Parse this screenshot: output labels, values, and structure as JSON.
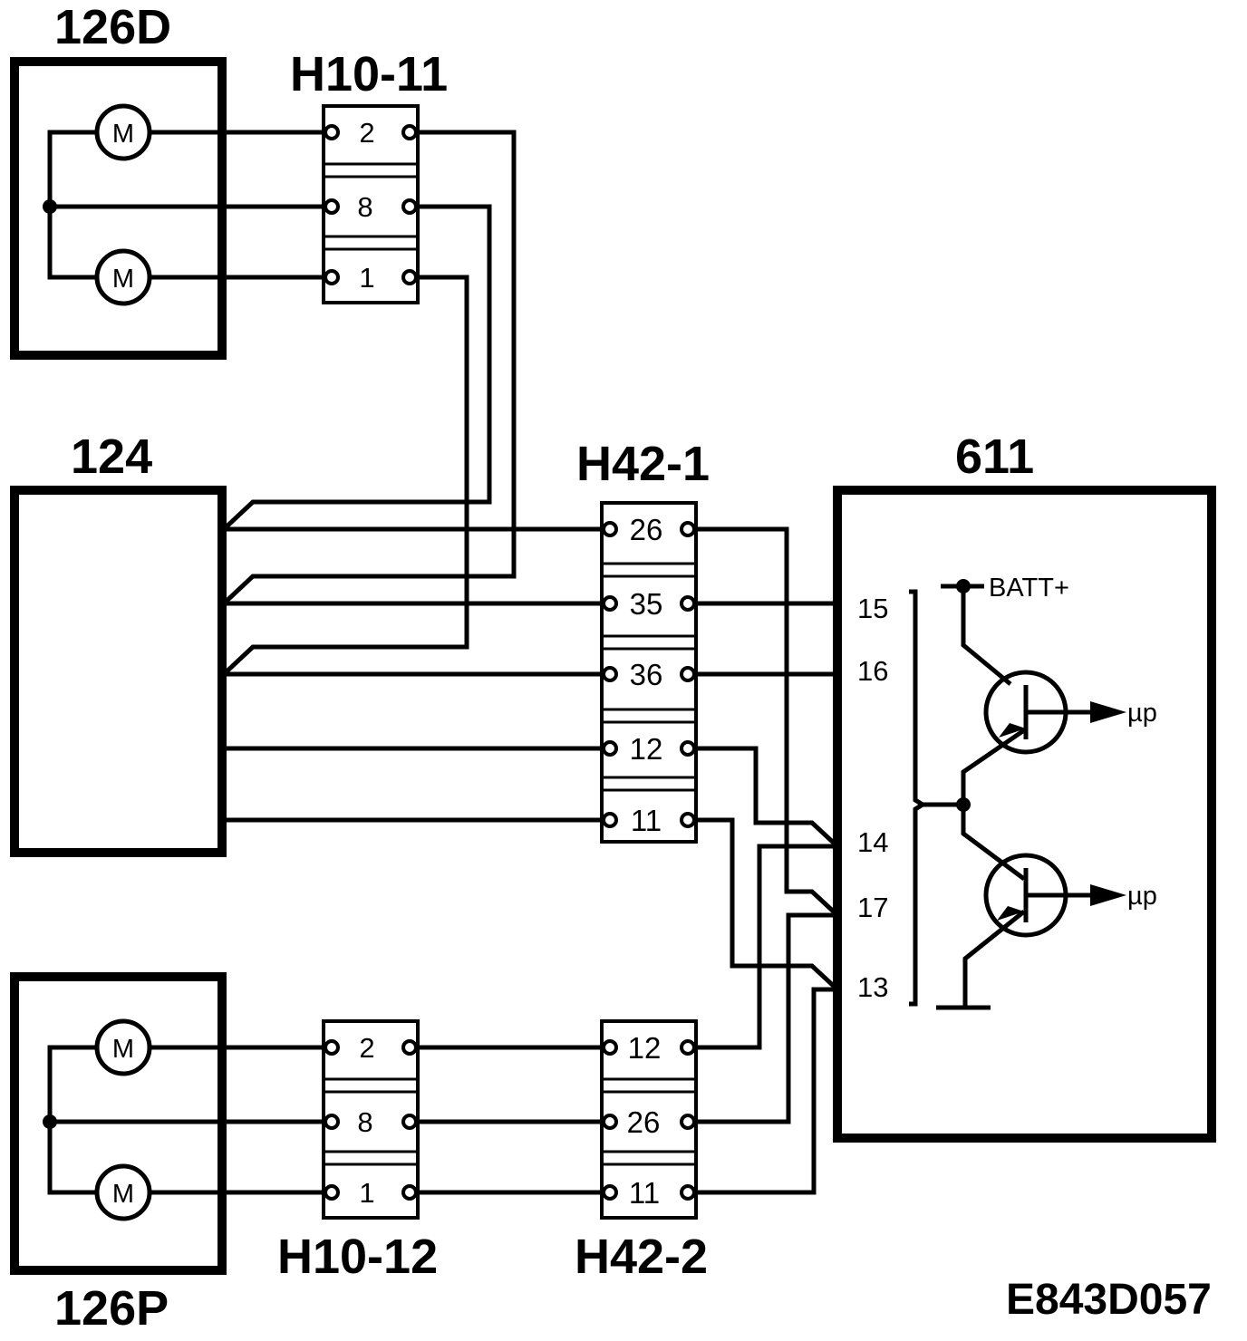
{
  "components": {
    "motor_box_top": {
      "label": "126D",
      "motor_symbol": "M"
    },
    "motor_box_bottom": {
      "label": "126P",
      "motor_symbol": "M"
    },
    "module_124": {
      "label": "124"
    },
    "ecu_611": {
      "label": "611",
      "pins": [
        "15",
        "16",
        "14",
        "17",
        "13"
      ],
      "batt_label": "BATT+",
      "mu_label": "µp"
    }
  },
  "connectors": {
    "h10_11": {
      "label": "H10-11",
      "pins": [
        "2",
        "8",
        "1"
      ]
    },
    "h10_12": {
      "label": "H10-12",
      "pins": [
        "2",
        "8",
        "1"
      ]
    },
    "h42_1": {
      "label": "H42-1",
      "pins": [
        "26",
        "35",
        "36",
        "12",
        "11"
      ]
    },
    "h42_2": {
      "label": "H42-2",
      "pins": [
        "12",
        "26",
        "11"
      ]
    }
  },
  "figure_ref": "E843D057"
}
